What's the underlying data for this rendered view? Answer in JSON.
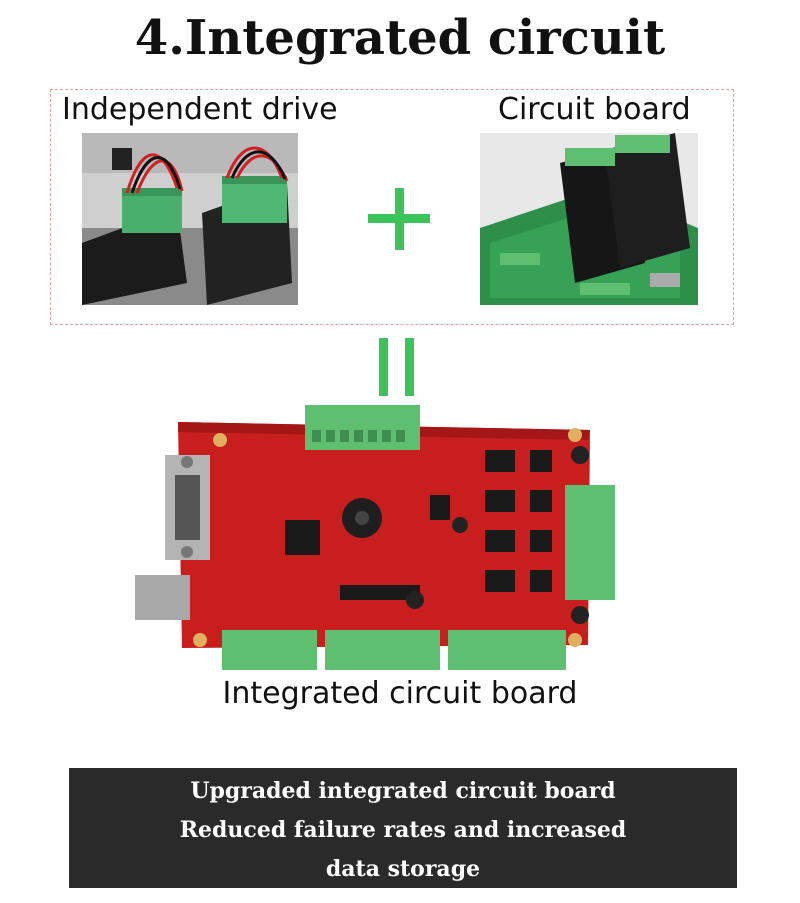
{
  "title": "4.Integrated circuit",
  "left_panel": {
    "label": "Independent drive",
    "image": "stepper-driver-modules-photo"
  },
  "right_panel": {
    "label": "Circuit board",
    "image": "controller-board-with-drivers-photo"
  },
  "plus_symbol": "plus",
  "equals_symbol": "equals",
  "result": {
    "label": "Integrated circuit board",
    "image": "red-integrated-controller-board-photo"
  },
  "banner": {
    "lines": [
      "Upgraded integrated circuit board",
      "Reduced failure rates and increased",
      "data storage"
    ]
  },
  "colors": {
    "accent_green": "#3cc45a",
    "banner_bg": "#2a2a2a",
    "frame_border": "#e8a0a0",
    "board_red": "#c81e1e",
    "terminal_green": "#5fbf70"
  }
}
